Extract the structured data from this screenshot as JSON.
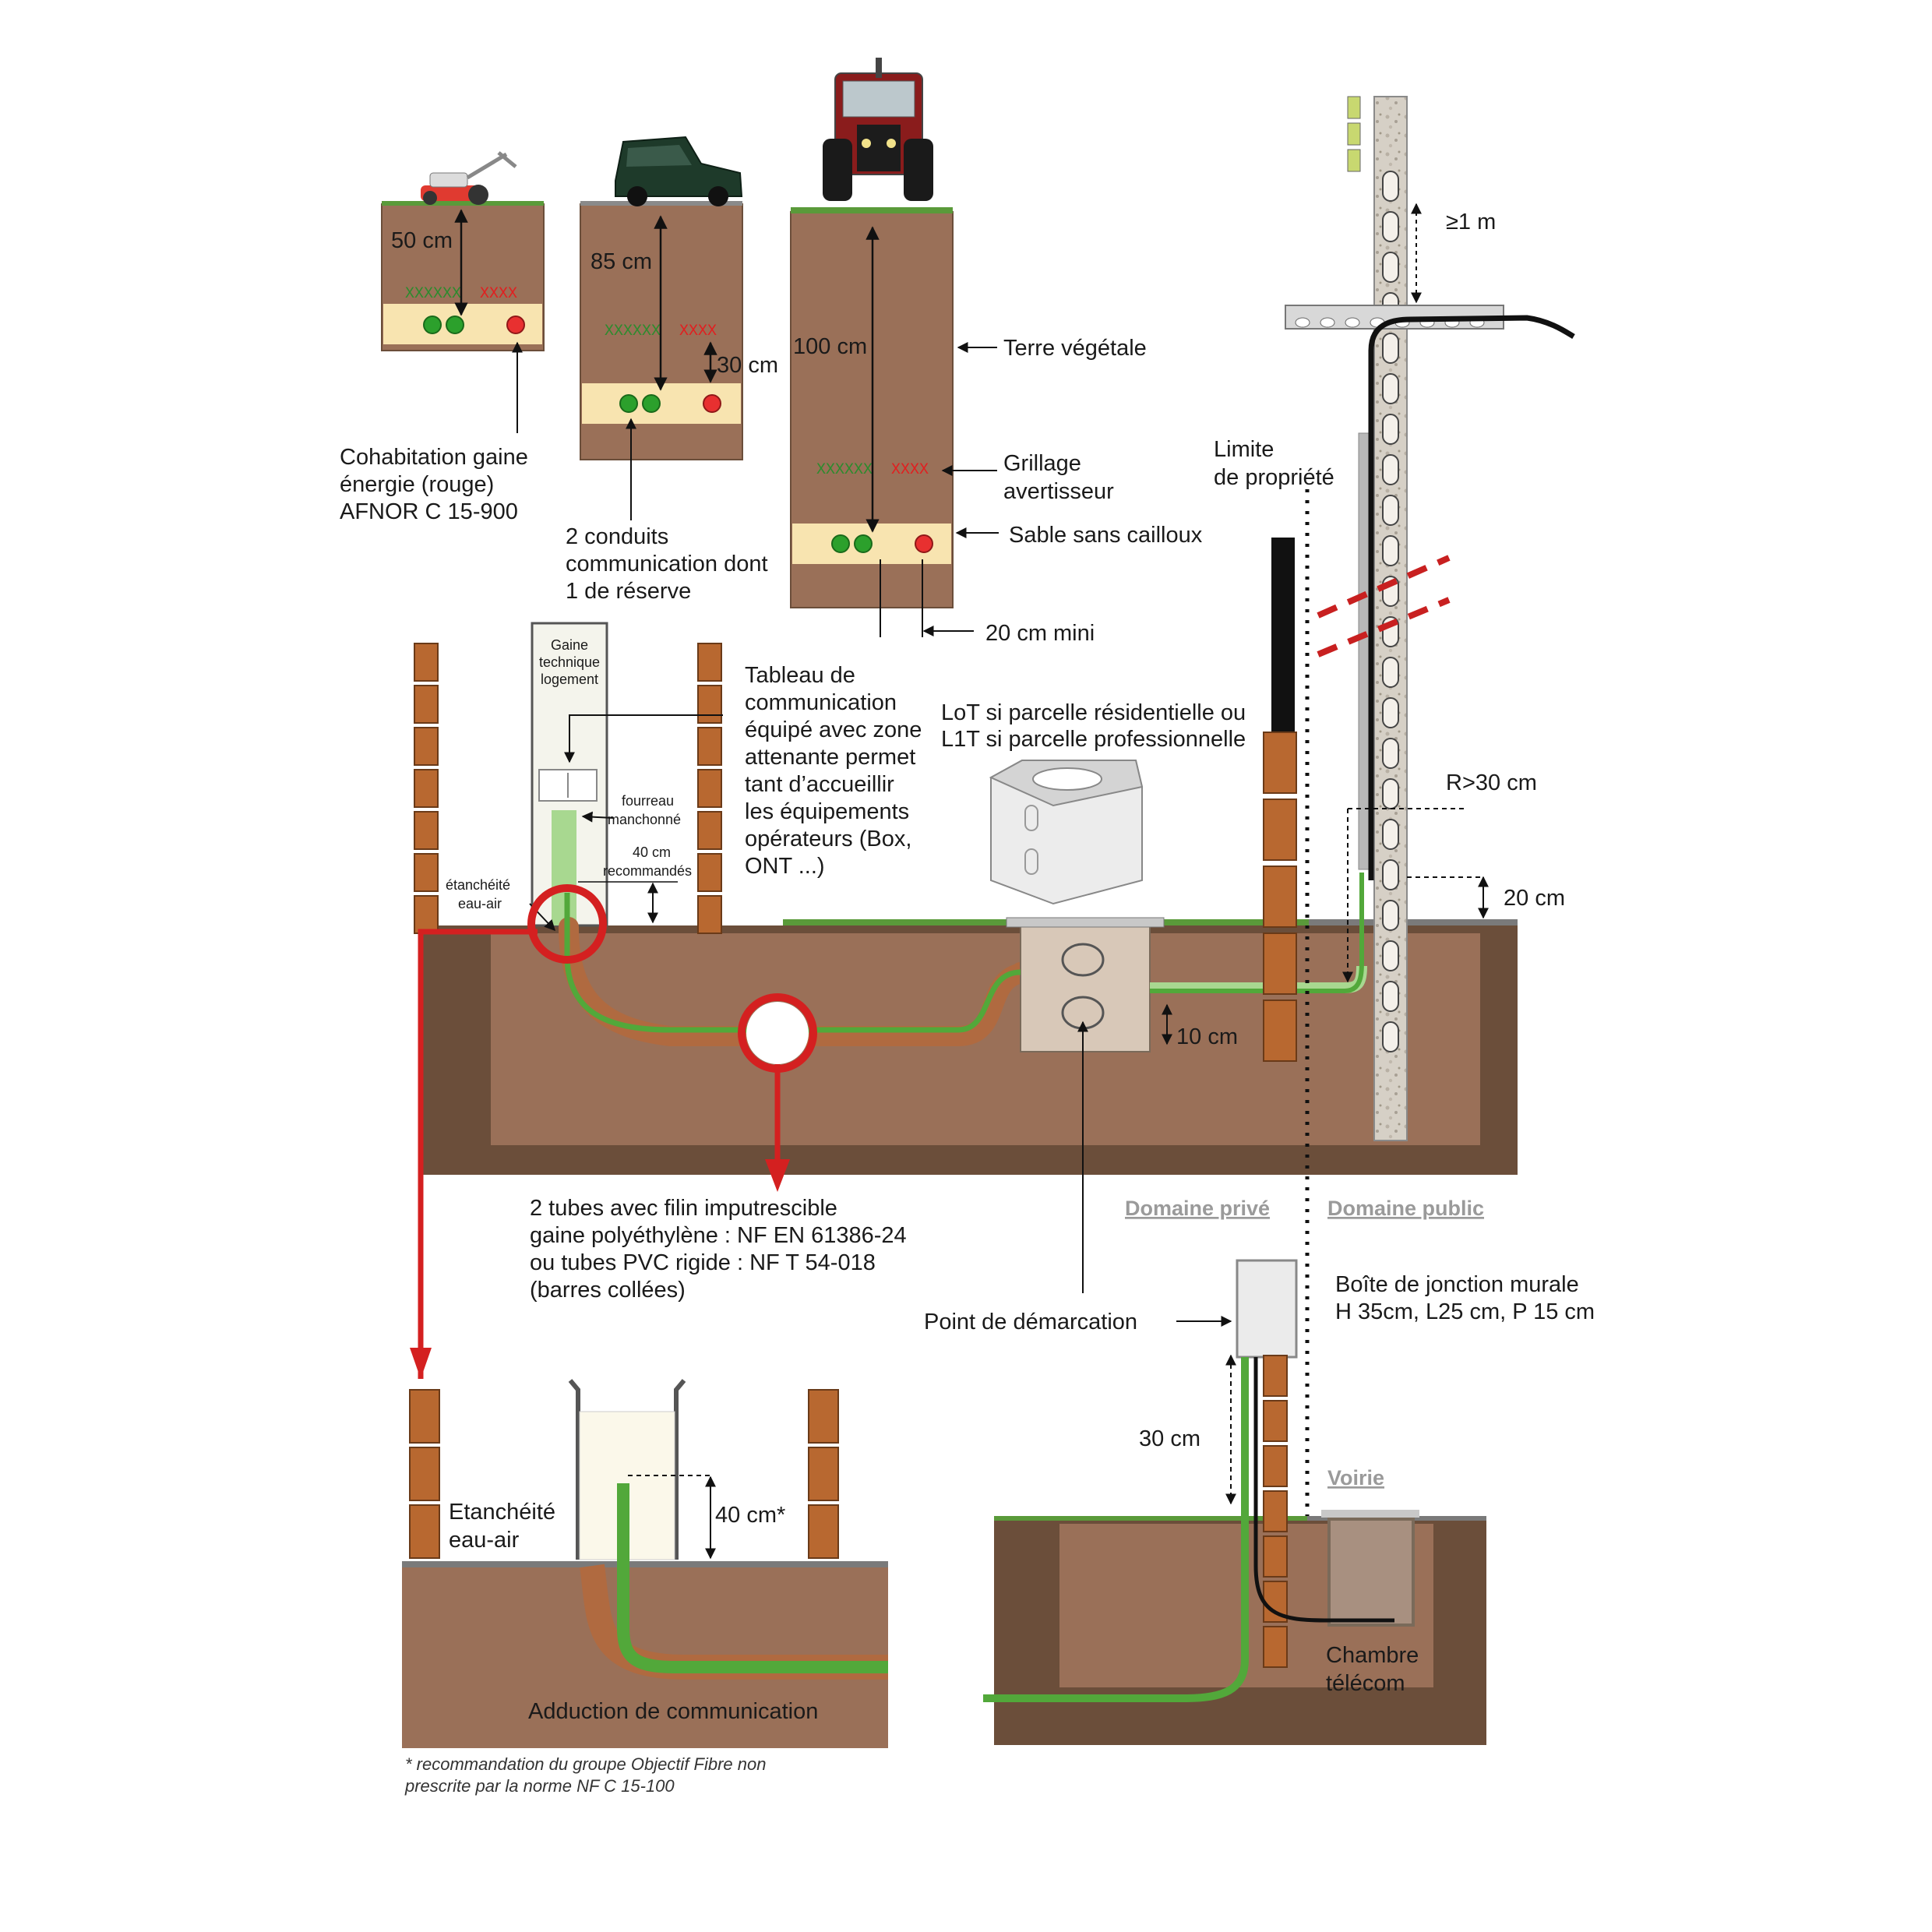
{
  "trenches": {
    "garden": {
      "depth_label": "50 cm",
      "caption": [
        "Cohabitation gaine",
        "énergie (rouge)",
        "AFNOR C 15-900"
      ]
    },
    "road": {
      "depth_label": "85 cm",
      "gap_label": "30 cm",
      "caption": [
        "2 conduits",
        "communication dont",
        "1 de réserve"
      ]
    },
    "field": {
      "depth_label": "100 cm",
      "labels": {
        "topsoil": "Terre végétale",
        "mesh": [
          "Grillage",
          "avertisseur"
        ],
        "sand": "Sable sans cailloux",
        "min_gap": "20 cm mini"
      }
    },
    "warning_mesh": {
      "green_text": "XXXXXX",
      "red_text": "XXXX"
    }
  },
  "pole": {
    "height_label": "≥1 m",
    "property_limit": [
      "Limite",
      "de propriété"
    ],
    "radius_label": "R>30 cm",
    "base_label": "20 cm"
  },
  "house": {
    "gtl": [
      "Gaine",
      "technique",
      "logement"
    ],
    "sleeve": [
      "fourreau",
      "manchonné"
    ],
    "height": [
      "40 cm",
      "recommandés"
    ],
    "seal": [
      "étanchéité",
      "eau-air"
    ],
    "panel_text": [
      "Tableau de",
      "communication",
      "équipé avec zone",
      "attenante permet",
      "tant d’accueillir",
      "les équipements",
      "opérateurs (Box,",
      "ONT ...)"
    ]
  },
  "chamber": {
    "caption": [
      "LoT si parcelle résidentielle ou",
      "L1T si parcelle professionnelle"
    ],
    "depth_label": "10 cm"
  },
  "tubes_caption": [
    "2 tubes avec filin imputrescible",
    "gaine polyéthylène : NF EN 61386-24",
    "ou tubes PVC rigide : NF T 54-018",
    "(barres collées)"
  ],
  "domains": {
    "private": "Domaine privé",
    "public": "Domaine public",
    "road": "Voirie"
  },
  "demarcation": "Point de démarcation",
  "junction_box": [
    "Boîte de jonction murale",
    "H 35cm, L25 cm, P 15 cm"
  ],
  "detail_left": {
    "seal": [
      "Etanchéité",
      "eau-air"
    ],
    "height": "40 cm*",
    "caption": "Adduction de communication"
  },
  "detail_right": {
    "height": "30 cm",
    "chamber": [
      "Chambre",
      "télécom"
    ]
  },
  "footnote": [
    "* recommandation du groupe Objectif Fibre non",
    "prescrite par la norme NF C 15-100"
  ],
  "colors": {
    "soil": "#9a7058",
    "soil_dark": "#6b4e3a",
    "sand": "#f8e4b0",
    "grass": "#5a9a3a",
    "tube_green": "#52a83a",
    "tube_green_light": "#a8d890",
    "duct_brown": "#b06a40",
    "red": "#d42020",
    "brick": "#b86830",
    "concrete": "#d4cec4"
  },
  "icons": [
    "lawnmower-icon",
    "car-icon",
    "tractor-icon",
    "telecom-pole-icon",
    "chamber-box-icon",
    "junction-box-icon"
  ]
}
